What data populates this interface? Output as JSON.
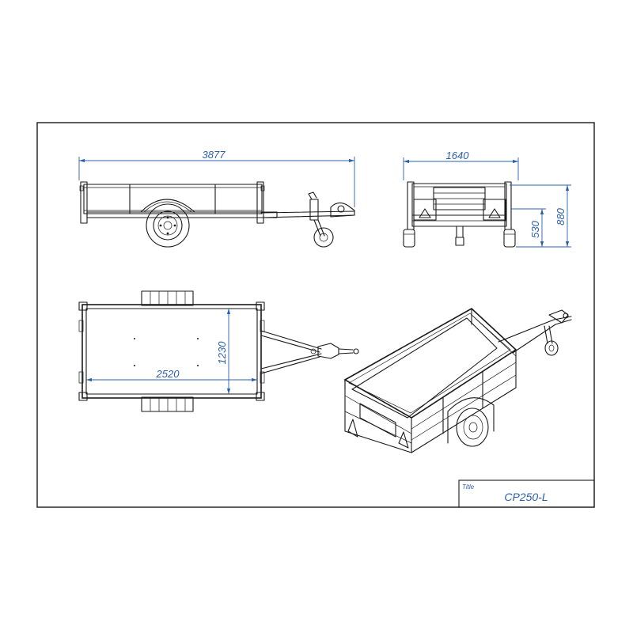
{
  "dimensions": {
    "overall_length": "3877",
    "overall_width": "1640",
    "total_height": "880",
    "body_height": "530",
    "bed_length": "2520",
    "bed_width": "1230"
  },
  "title_block": {
    "label": "Title",
    "value": "CP250-L"
  },
  "colors": {
    "line": "#1a1a1a",
    "dimension": "#2a5fb0"
  }
}
